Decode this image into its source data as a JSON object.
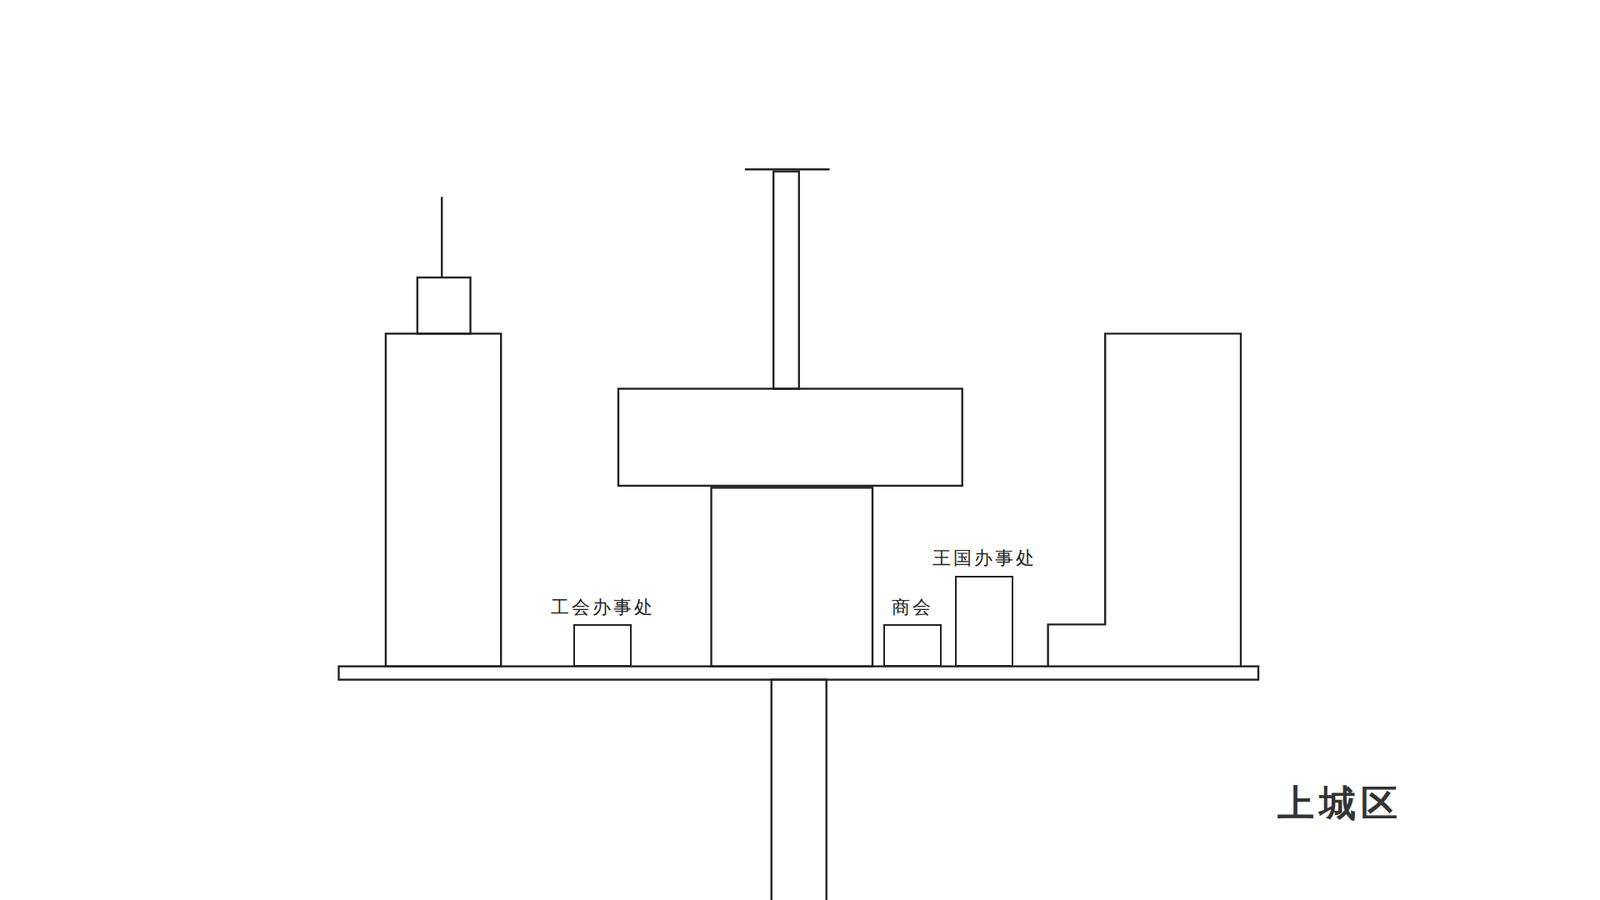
{
  "diagram": {
    "nodes": [
      {
        "text": [
          "工会办事处"
        ]
      },
      {
        "text": [
          "商会"
        ]
      },
      {
        "text": [
          "王国办事处"
        ]
      }
    ],
    "labels": [
      "上城区"
    ]
  }
}
